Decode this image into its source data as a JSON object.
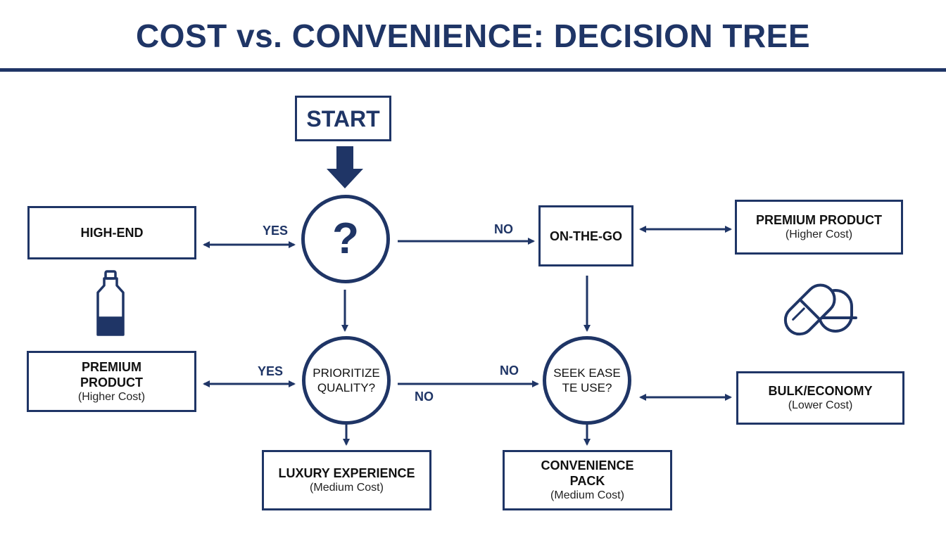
{
  "title": "COST vs. CONVENIENCE: DECISION TREE",
  "colors": {
    "accent": "#1f3566",
    "background": "#ffffff"
  },
  "nodes": {
    "start": "START",
    "root_question": "?",
    "high_end": "HIGH-END",
    "on_the_go": "ON-THE-GO",
    "premium_product_right": {
      "title": "PREMIUM PRODUCT",
      "cost": "(Higher Cost)"
    },
    "premium_product_left": {
      "title_line1": "PREMIUM",
      "title_line2": "PRODUCT",
      "cost": "(Higher Cost)"
    },
    "prioritize_quality": {
      "line1": "PRIORITIZE",
      "line2": "QUALITY?"
    },
    "seek_ease": {
      "line1": "SEEK EASE",
      "line2": "TE USE?"
    },
    "bulk_economy": {
      "title": "BULK/ECONOMY",
      "cost": "(Lower Cost)"
    },
    "luxury_experience": {
      "title": "LUXURY EXPERIENCE",
      "cost": "(Medium Cost)"
    },
    "convenience_pack": {
      "title_line1": "CONVENIENCE",
      "title_line2": "PACK",
      "cost": "(Medium Cost)"
    }
  },
  "edge_labels": {
    "root_yes": "YES",
    "root_no": "NO",
    "quality_yes": "YES",
    "quality_no_top": "NO",
    "quality_no_bottom": "NO"
  },
  "icons": [
    "bottle-icon",
    "capsule-pills-icon",
    "down-arrow-icon"
  ]
}
